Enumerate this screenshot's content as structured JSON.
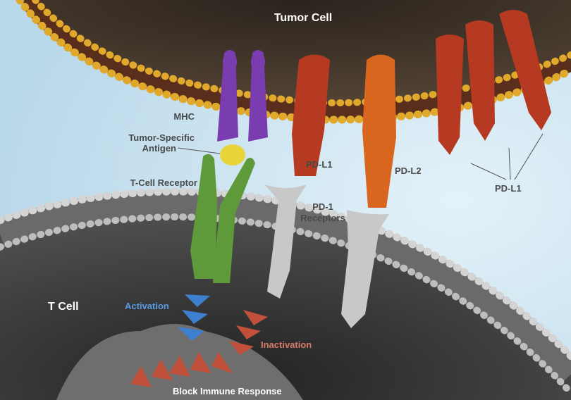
{
  "title": "Tumor Cell",
  "labels": {
    "mhc": "MHC",
    "antigen_line1": "Tumor-Specific",
    "antigen_line2": "Antigen",
    "tcr": "T-Cell Receptor",
    "pdl1_left": "PD-L1",
    "pdl2": "PD-L2",
    "pd1_line1": "PD-1",
    "pd1_line2": "Receptors",
    "pdl1_right": "PD-L1",
    "tcell": "T Cell",
    "activation": "Activation",
    "inactivation": "Inactivation",
    "block": "Block Immune Response"
  },
  "colors": {
    "background": "#cfe6f2",
    "tumor_cell": "#3b3128",
    "membrane_heads": "#e0a92c",
    "t_cell": "#3a3a3a",
    "mhc": "#7a3db0",
    "antigen": "#e8d53a",
    "tcr": "#5e9a3a",
    "pdl1": "#b63a22",
    "pdl2": "#d9661e",
    "pd1": "#c8c8c8",
    "activation": "#3f7fd0",
    "inactivation": "#c0503a"
  }
}
